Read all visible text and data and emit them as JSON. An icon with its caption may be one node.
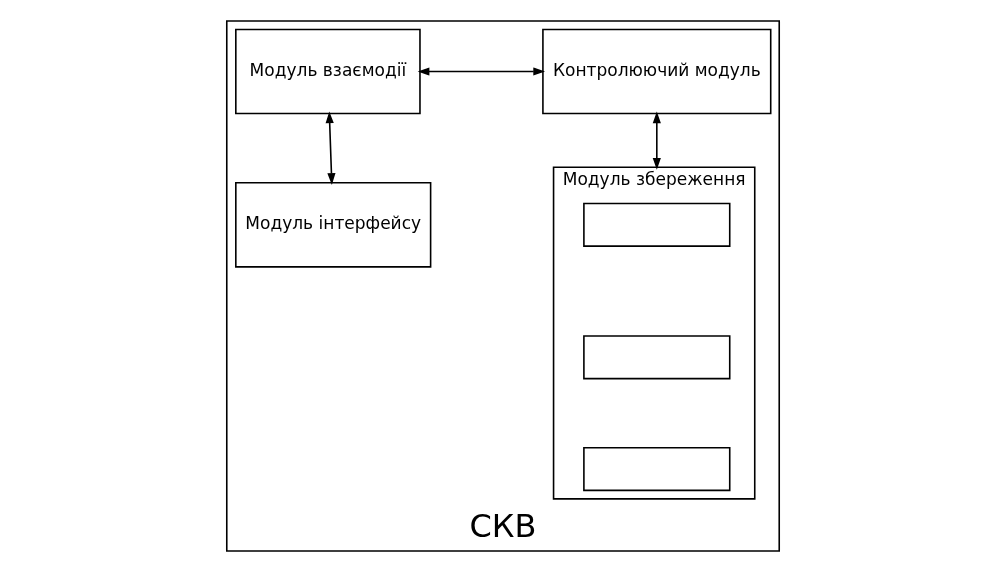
{
  "diagram": {
    "nodes": [
      {
        "text": [
          "СКВ"
        ]
      },
      {
        "text": [
          "Модуль взаємодії"
        ],
        "in": 0
      },
      {
        "text": [
          "Контролюючий модуль"
        ],
        "in": 0
      },
      {
        "text": [
          "Модуль інтерфейсу"
        ],
        "in": 0
      },
      {
        "text": [
          "Модуль збереження"
        ],
        "in": 0
      },
      {
        "text": [],
        "shape": "box",
        "in": 4
      },
      {
        "text": [],
        "shape": "box",
        "in": 4
      },
      {
        "text": [],
        "shape": "box",
        "in": 4
      }
    ],
    "edges": [
      {
        "from": 1,
        "to": 2,
        "arrow": "both"
      },
      {
        "from": 1,
        "to": 3,
        "arrow": "both"
      },
      {
        "from": 2,
        "to": 4,
        "arrow": "both"
      }
    ]
  }
}
